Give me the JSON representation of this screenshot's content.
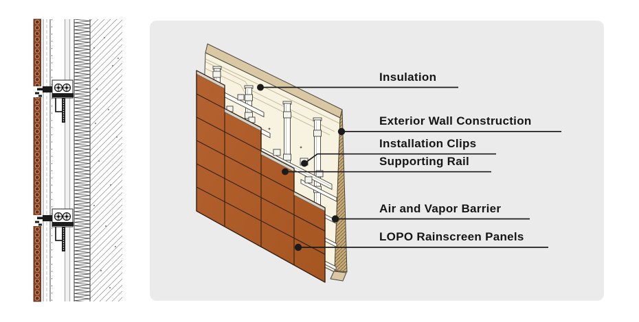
{
  "labels": {
    "insulation": "Insulation",
    "exterior_wall": "Exterior Wall Construction",
    "installation_clips": "Installation Clips",
    "supporting_rail": "Supporting Rail",
    "air_vapor_barrier": "Air and Vapor Barrier",
    "lopo_panels": "LOPO Rainscreen Panels"
  },
  "colors": {
    "c-page": "#ffffff",
    "c-panel-bg": "#ebebec",
    "c-terr": "#ae5c28",
    "c-cream": "#f8f2e0",
    "c-tan": "#d9c8a3",
    "c-hatch-bg": "#c9ab77",
    "c-hatch-line": "#6e5d3c",
    "c-outline": "#4a463c",
    "c-line": "#1b1b1b",
    "c-text": "#151515"
  }
}
